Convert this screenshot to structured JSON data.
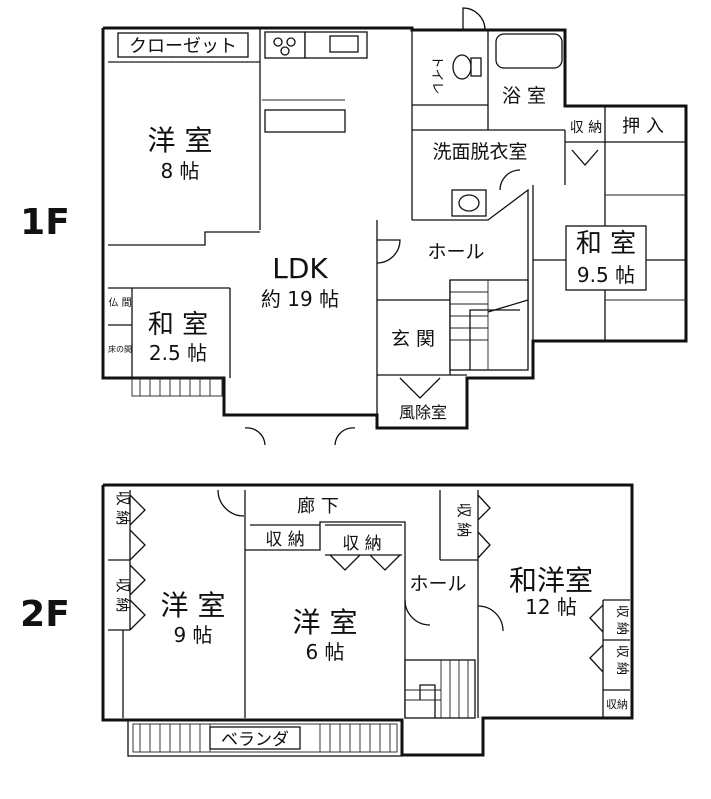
{
  "floors": {
    "first": {
      "label": "1F",
      "rooms": {
        "western_8": {
          "name": "洋 室",
          "size": "8 帖"
        },
        "ldk": {
          "name": "LDK",
          "size": "約 19 帖"
        },
        "japanese_small": {
          "name": "和 室",
          "size": "2.5 帖"
        },
        "japanese_large": {
          "name": "和 室",
          "size": "9.5 帖"
        },
        "toilet": "トイレ",
        "bath": "浴 室",
        "washroom": "洗面脱衣室",
        "hall": "ホール",
        "entrance": "玄 関",
        "windbreak": "風除室",
        "closet": "クローゼット",
        "oshiire": "押 入",
        "storage": "収 納",
        "butsuma": "仏 間",
        "tokonoma": "床の間"
      }
    },
    "second": {
      "label": "2F",
      "rooms": {
        "western_9": {
          "name": "洋 室",
          "size": "9 帖"
        },
        "western_6": {
          "name": "洋 室",
          "size": "6 帖"
        },
        "wayo_12": {
          "name": "和洋室",
          "size": "12 帖"
        },
        "corridor": "廊 下",
        "hall": "ホール",
        "veranda": "ベランダ",
        "storage": "収 納",
        "storage_small": "収納"
      }
    }
  }
}
